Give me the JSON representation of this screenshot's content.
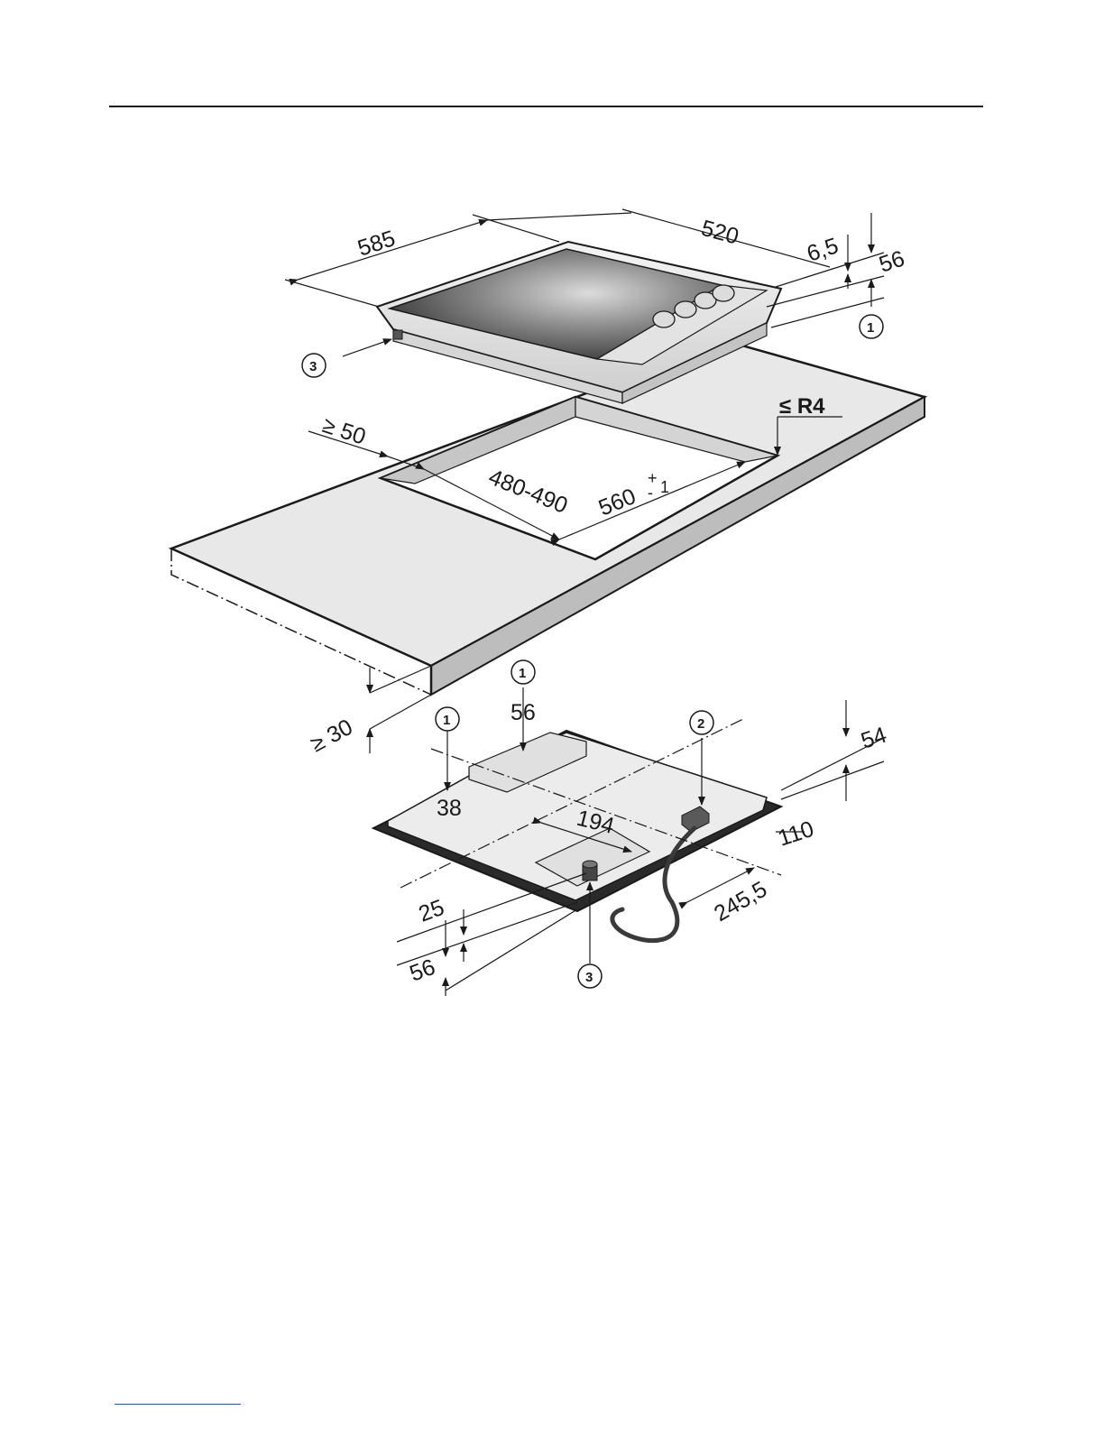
{
  "top_view": {
    "width_585": "585",
    "depth_520": "520",
    "lip_6_5": "6,5",
    "height_56": "56",
    "callout_1": "1",
    "callout_3": "3"
  },
  "cutout": {
    "min_edge": "≥ 50",
    "radius": "≤ R4",
    "depth": "480-490",
    "width": "560",
    "width_tolerance_plus": "+",
    "width_tolerance_minus": "-",
    "width_tolerance_value": "1",
    "worktop_thickness": "≥ 30"
  },
  "bottom_view": {
    "callout_1_a": "1",
    "callout_1_b": "1",
    "callout_2": "2",
    "callout_3": "3",
    "d_56_top": "56",
    "d_38": "38",
    "d_194": "194",
    "d_54": "54",
    "d_110": "110",
    "d_245_5": "245,5",
    "d_25": "25",
    "d_56_bottom": "56"
  },
  "colors": {
    "line": "#1a1a1a",
    "worktop": "#e6e6e6",
    "worktop_edge": "#bdbdbd",
    "appliance_light": "#f0f0f0",
    "glass_dark": "#3a3a3a"
  }
}
